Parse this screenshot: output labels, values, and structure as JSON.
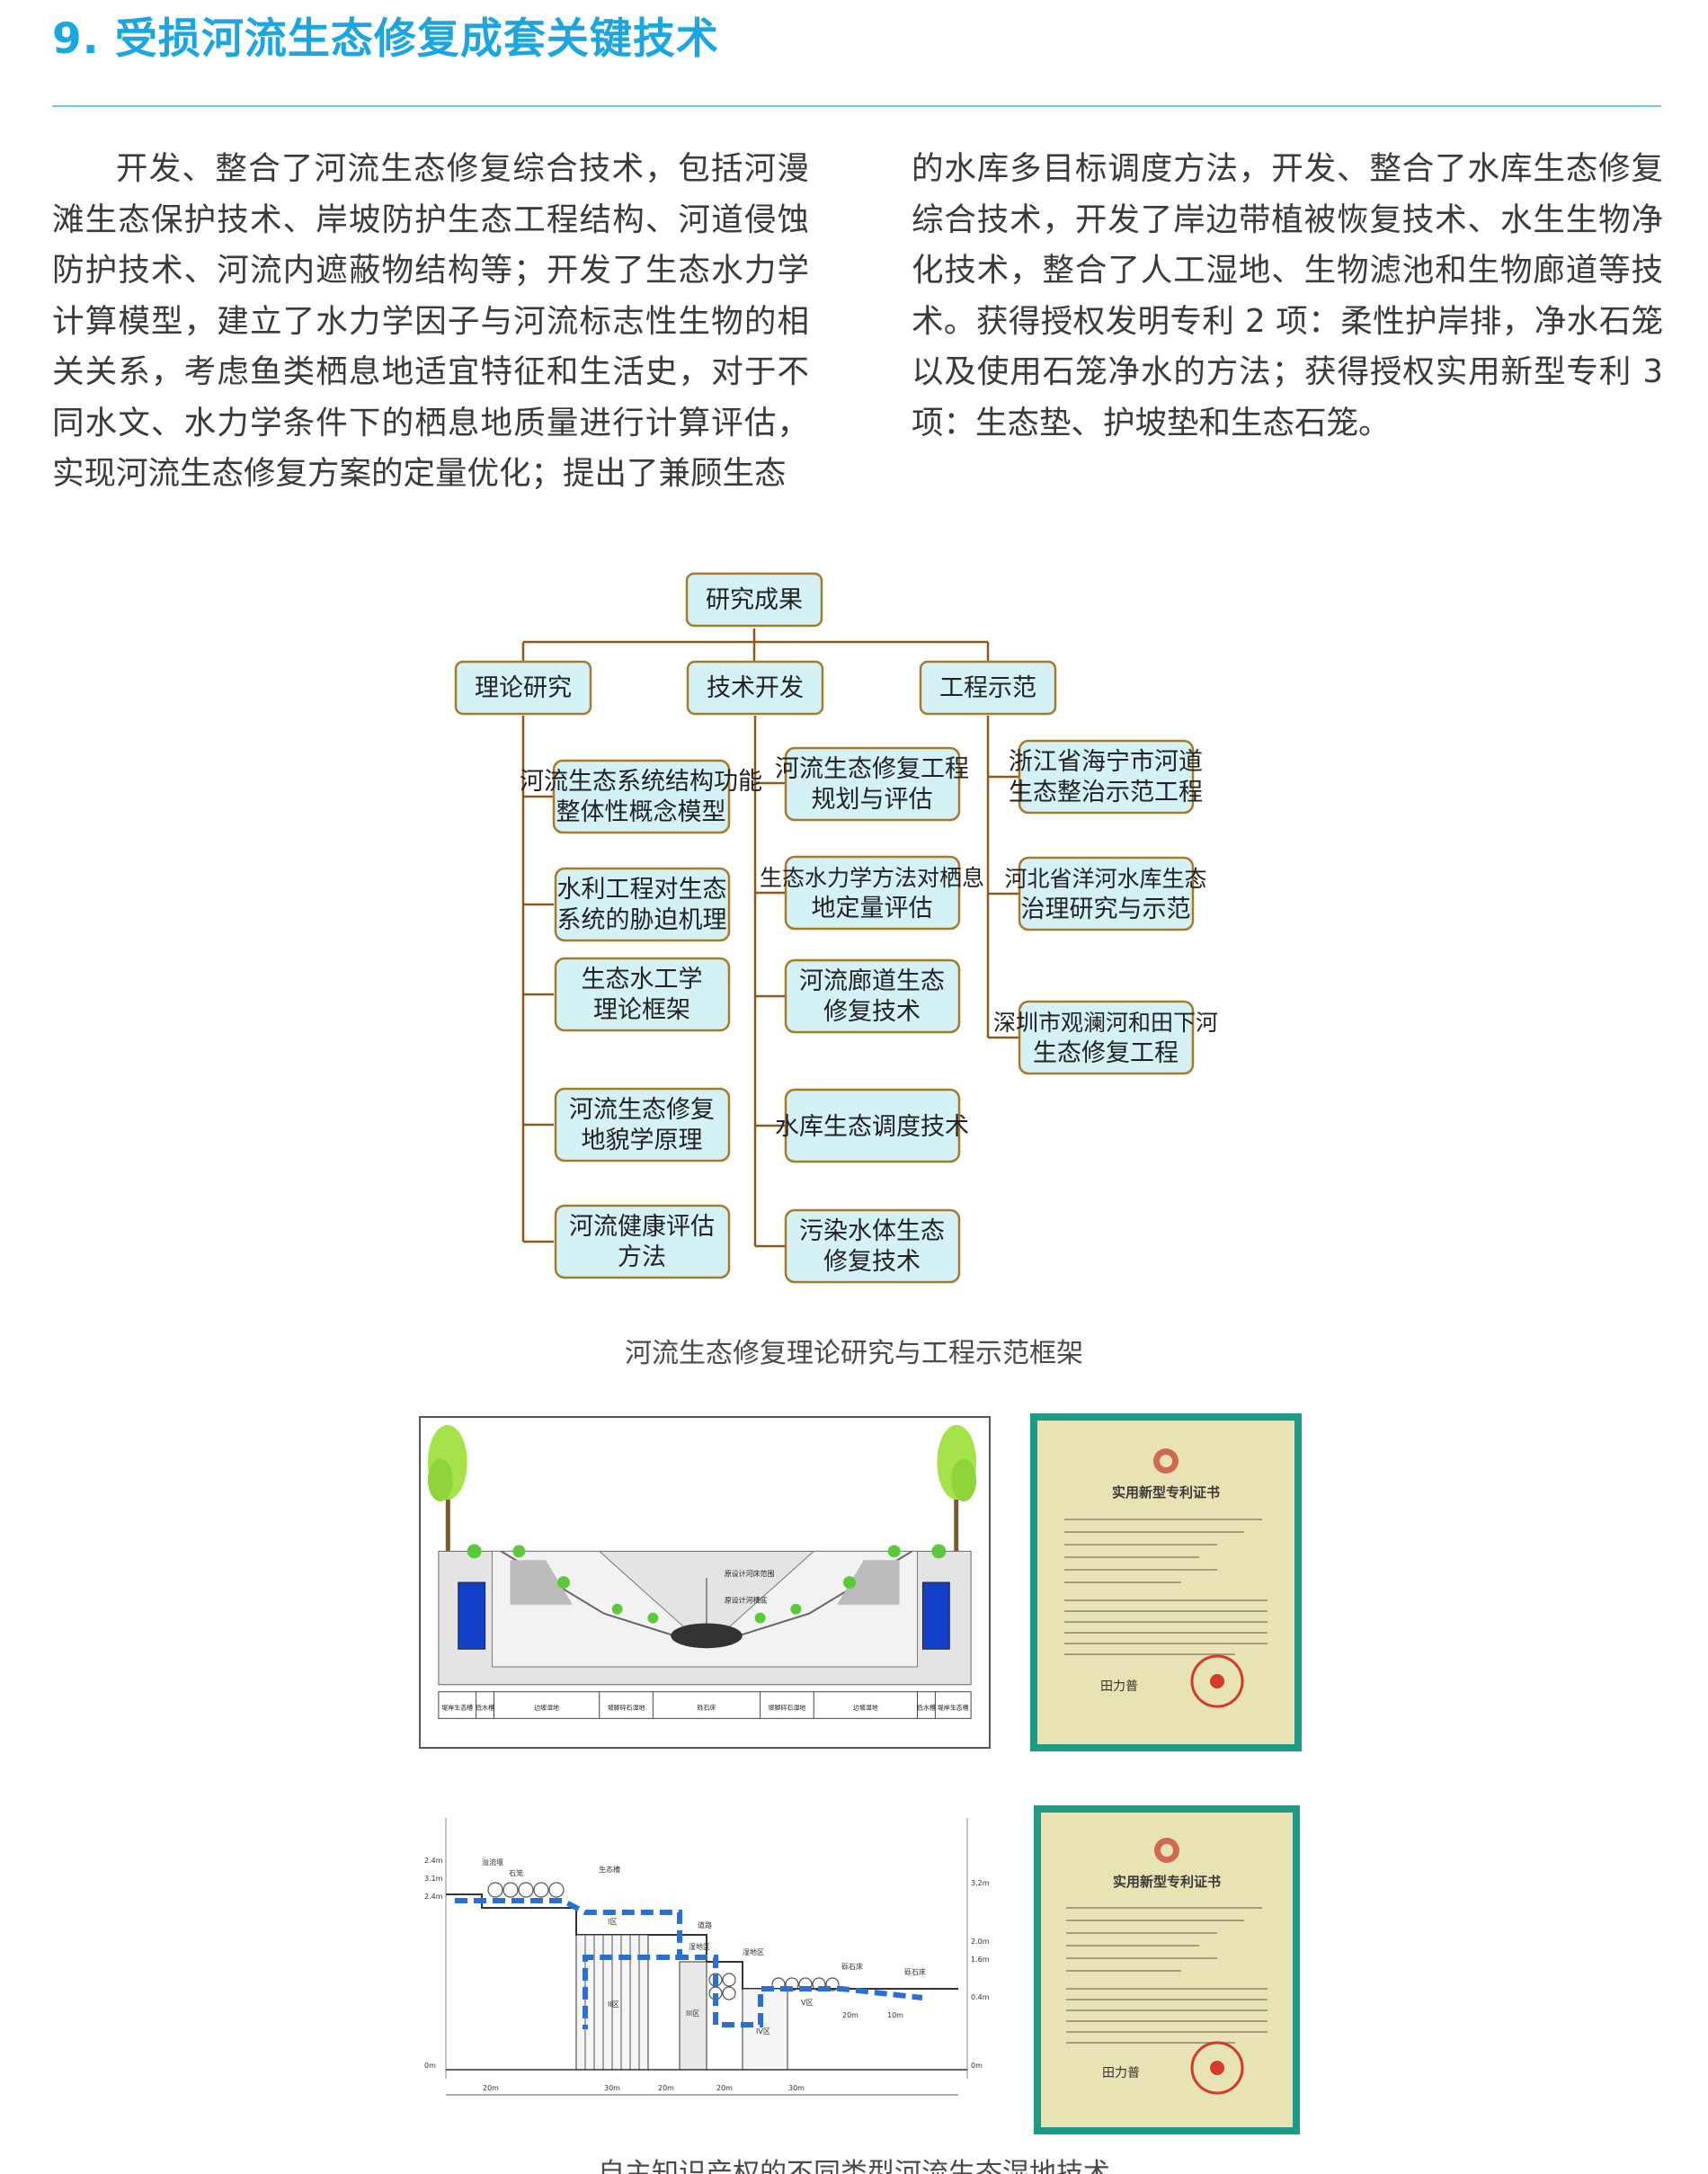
{
  "page": {
    "title": "9. 受损河流生态修复成套关键技术",
    "para_left": "开发、整合了河流生态修复综合技术，包括河漫滩生态保护技术、岸坡防护生态工程结构、河道侵蚀防护技术、河流内遮蔽物结构等；开发了生态水力学计算模型，建立了水力学因子与河流标志性生物的相关关系，考虑鱼类栖息地适宜特征和生活史，对于不同水文、水力学条件下的栖息地质量进行计算评估，实现河流生态修复方案的定量优化；提出了兼顾生态",
    "para_right": "的水库多目标调度方法，开发、整合了水库生态修复综合技术，开发了岸边带植被恢复技术、水生生物净化技术，整合了人工湿地、生物滤池和生物廊道等技术。获得授权发明专利 2 项：柔性护岸排，净水石笼以及使用石笼净水的方法；获得授权实用新型专利 3 项：生态垫、护坡垫和生态石笼。",
    "caption_framework": "河流生态修复理论研究与工程示范框架",
    "caption_figures": "自主知识产权的不同类型河流生态湿地技术"
  },
  "framework": {
    "root": "研究成果",
    "branches": [
      {
        "label": "理论研究",
        "items": [
          [
            "河流生态系统结构功能",
            "整体性概念模型"
          ],
          [
            "水利工程对生态",
            "系统的胁迫机理"
          ],
          [
            "生态水工学",
            "理论框架"
          ],
          [
            "河流生态修复",
            "地貌学原理"
          ],
          [
            "河流健康评估",
            "方法"
          ]
        ]
      },
      {
        "label": "技术开发",
        "items": [
          [
            "河流生态修复工程",
            "规划与评估"
          ],
          [
            "生态水力学方法对栖息",
            "地定量评估"
          ],
          [
            "河流廊道生态",
            "修复技术"
          ],
          [
            "水库生态调度技术"
          ],
          [
            "污染水体生态",
            "修复技术"
          ]
        ]
      },
      {
        "label": "工程示范",
        "items": [
          [
            "浙江省海宁市河道",
            "生态整治示范工程"
          ],
          [
            "河北省洋河水库生态",
            "治理研究与示范"
          ],
          [
            "深圳市观澜河和田下河",
            "生态修复工程"
          ]
        ]
      }
    ]
  },
  "section1": {
    "top_labels": [
      "原设计河床范围",
      "原设计河槽底"
    ],
    "bottom_labels": [
      "堤岸生态槽",
      "低水槽",
      "边坡湿地",
      "坡脚碎石湿地",
      "砾石床",
      "坡脚碎石湿地",
      "边坡湿地",
      "低水槽",
      "堤岸生态槽"
    ]
  },
  "section2": {
    "left_scale": [
      "2.4m",
      "3.1m",
      "2.4m",
      "0m"
    ],
    "right_scale": [
      "3.2m",
      "2.0m",
      "1.6m",
      "0.4m",
      "0m"
    ],
    "top_labels": [
      "溢流堰",
      "石笼",
      "生态槽",
      "道路",
      "湿地区",
      "湿地区",
      "砾石床",
      "砾石床"
    ],
    "inner_labels": [
      "I区",
      "II区",
      "III区",
      "IV区",
      "V区"
    ],
    "dims": [
      "20m",
      "30m",
      "20m",
      "20m",
      "30m",
      "20m",
      "10m"
    ]
  },
  "certificates": [
    {
      "heading": "实用新型专利证书",
      "signature": "田力普"
    },
    {
      "heading": "实用新型专利证书",
      "signature": "田力普"
    }
  ],
  "colors": {
    "title": "#1ba6e0",
    "rule": "#6ec8ee",
    "box_fill": "#d4f1f6",
    "box_stroke": "#a57a2a",
    "cert_frame": "#1e9a86",
    "flow_arrow": "#2a6fd6"
  }
}
